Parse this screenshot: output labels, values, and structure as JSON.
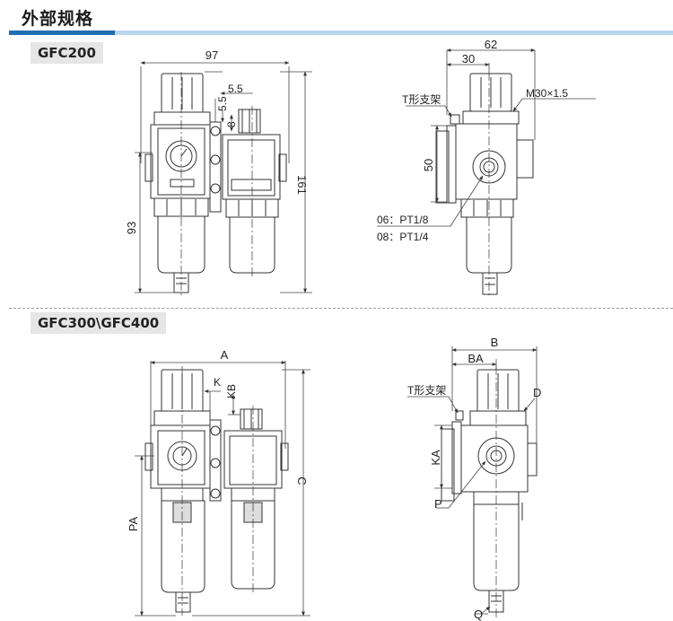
{
  "header": {
    "title": "外部规格"
  },
  "models": {
    "top": "GFC200",
    "bottom": "GFC300\\GFC400"
  },
  "top_front": {
    "width": "97",
    "d1": "5.5",
    "d2": "5.5",
    "d3": "8",
    "height_total": "161",
    "height_lower": "93"
  },
  "top_side": {
    "width": "62",
    "half": "30",
    "thread": "M30×1.5",
    "bracket": "T形支架",
    "offset": "50",
    "port1": "06：PT1/8",
    "port2": "08：PT1/4"
  },
  "bottom_front": {
    "width": "A",
    "k": "K",
    "kb": "KB",
    "height": "C",
    "pa": "PA"
  },
  "bottom_side": {
    "width": "B",
    "ba": "BA",
    "bracket": "T形支架",
    "d": "D",
    "ka": "KA",
    "p": "P",
    "q": "Q"
  },
  "colors": {
    "accent": "#1f6fb4",
    "accent_light": "#b9d6ee",
    "line": "#333333",
    "dim": "#444444"
  }
}
